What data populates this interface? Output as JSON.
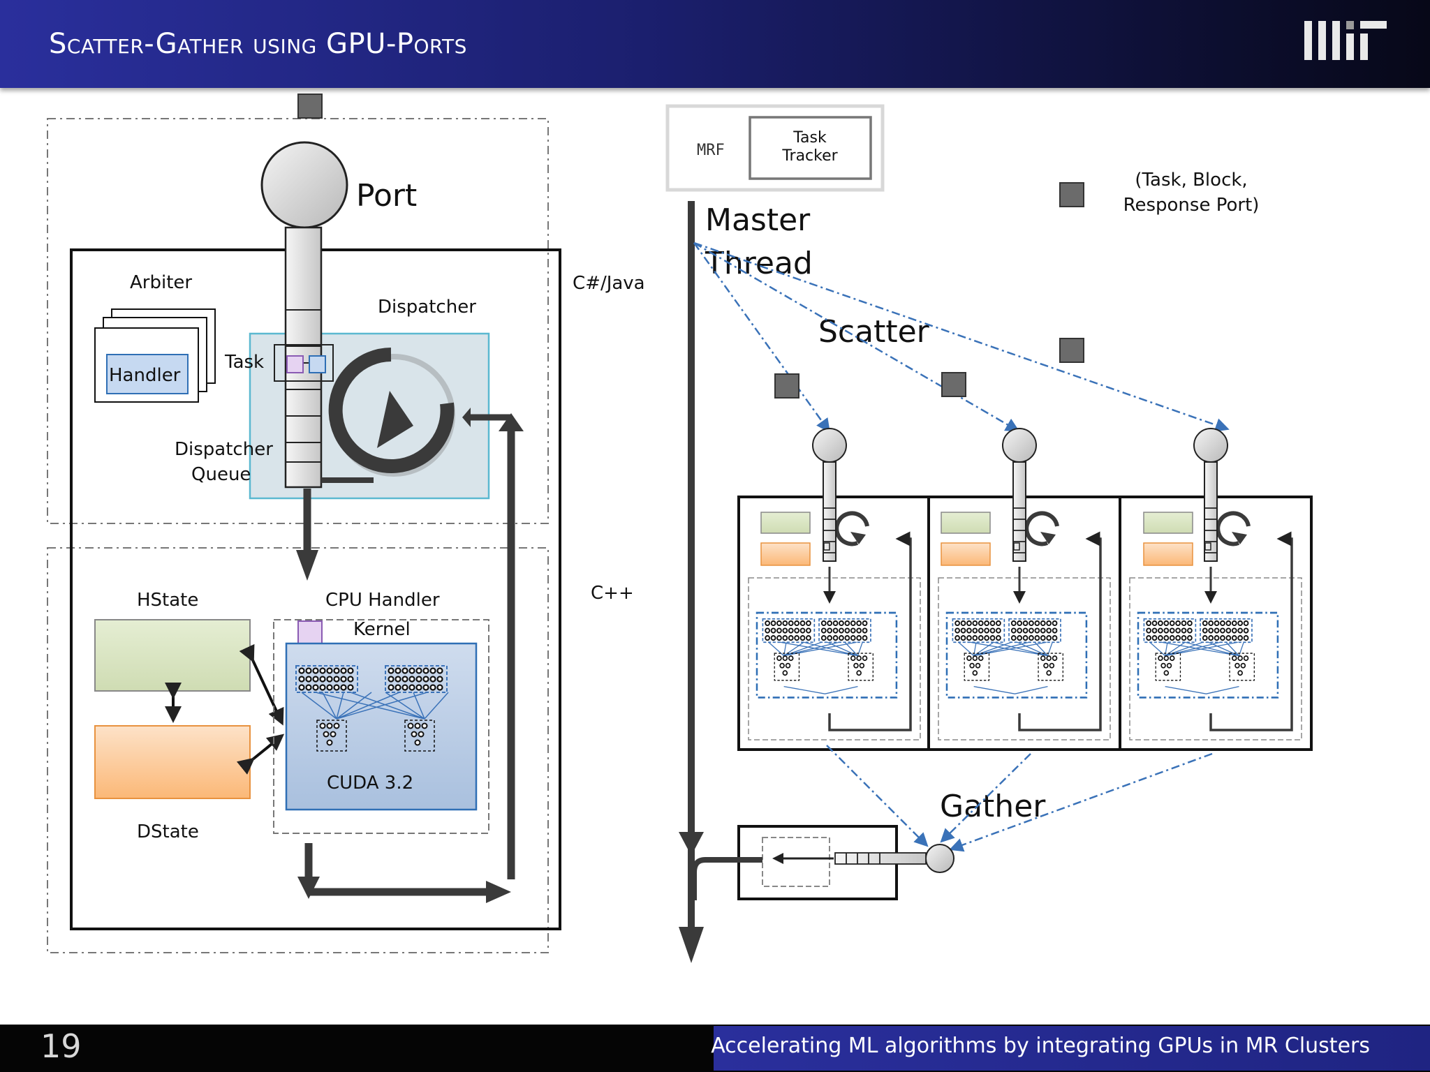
{
  "slide": {
    "title": "Scatter-Gather using GPU-Ports",
    "page_number": "19",
    "footer_text": "Accelerating ML algorithms by integrating GPUs in MR Clusters"
  },
  "left": {
    "port": "Port",
    "arbiter": "Arbiter",
    "handler": "Handler",
    "task": "Task",
    "dispatcher": "Dispatcher",
    "dispatcher_queue_line1": "Dispatcher",
    "dispatcher_queue_line2": "Queue",
    "layer_top": "C#/Java",
    "layer_bottom": "C++",
    "hstate": "HState",
    "dstate": "DState",
    "cpu_handler": "CPU Handler",
    "kernel": "Kernel",
    "cuda": "CUDA 3.2"
  },
  "right": {
    "mrf": "MRF",
    "task_tracker_line1": "Task",
    "task_tracker_line2": "Tracker",
    "master_line1": "Master",
    "master_line2": "Thread",
    "message_line1": "(Task, Block,",
    "message_line2": "Response Port)",
    "scatter": "Scatter",
    "gather": "Gather"
  },
  "colors": {
    "header_blue": "#2a2f9c",
    "hstate_fill": "#d6e3bc",
    "dstate_fill": "#fbc08a",
    "dispatcher_fill": "#d9e4ea",
    "kernel_fill": "#b8cce4",
    "handler_fill": "#c6d9f1",
    "dashed_arrow": "#3a72b8",
    "message_square": "#6b6b6b"
  }
}
